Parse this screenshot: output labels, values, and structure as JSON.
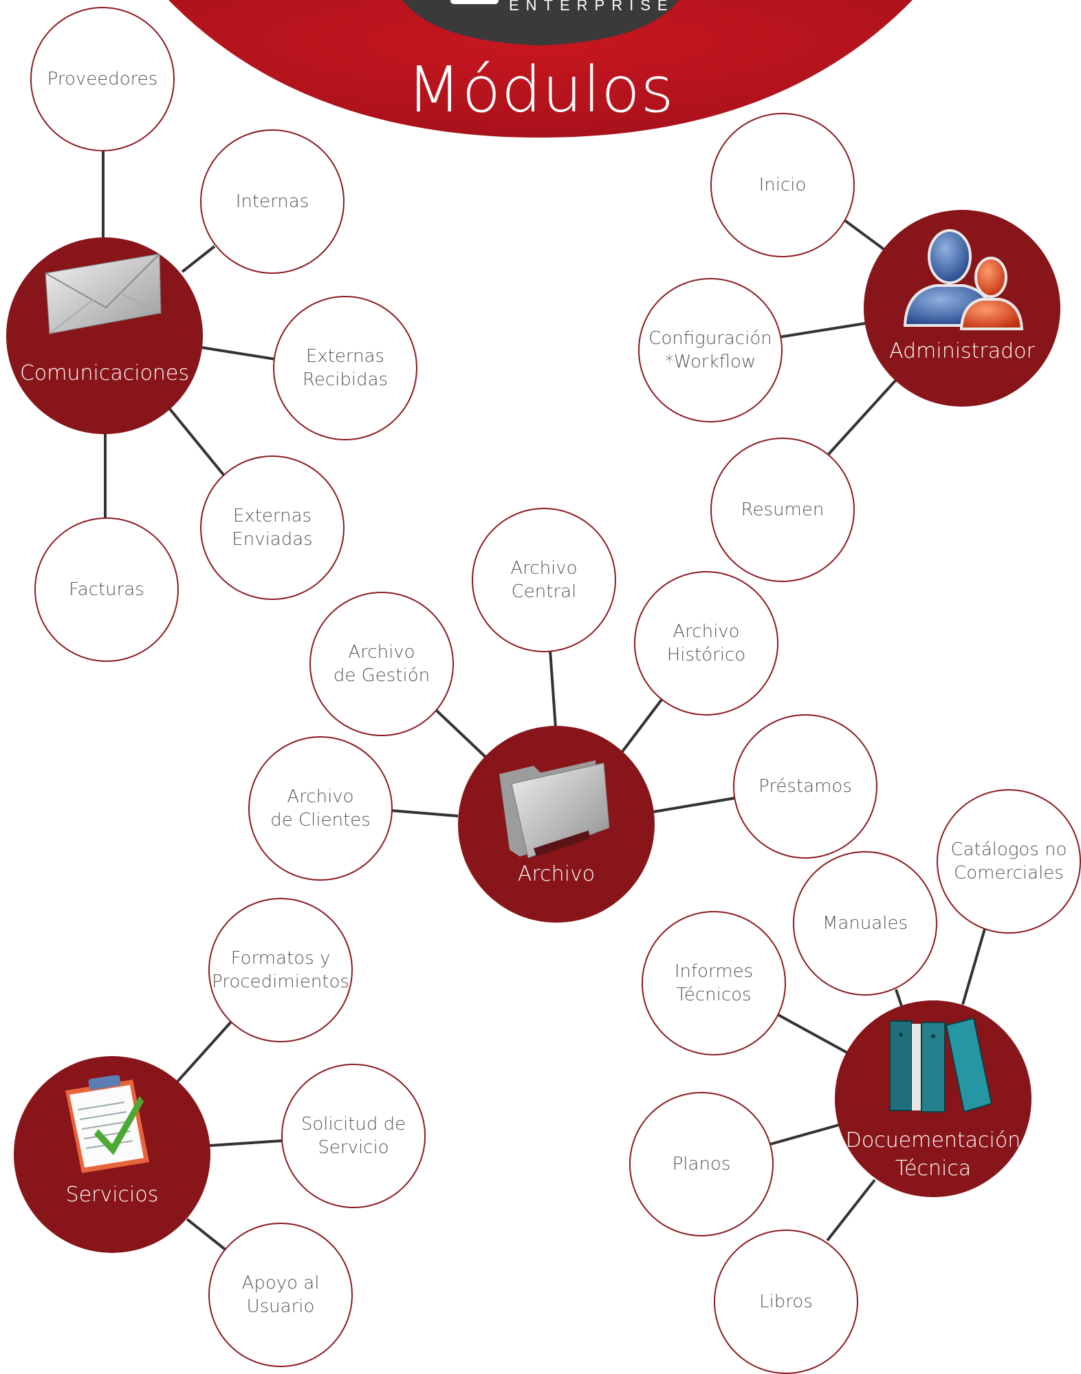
{
  "header": {
    "brand_fragment": "ENTERPRISE",
    "title": "Módulos"
  },
  "colors": {
    "accent": "#881519",
    "header_red": "#b8141e",
    "header_dark": "#3a3a3a",
    "node_border": "#8b1a1f",
    "edge": "#333333",
    "node_text": "#555555"
  },
  "modules": {
    "comunicaciones": {
      "label": "Comunicaciones",
      "icon": "envelope-icon",
      "items": {
        "proveedores": "Proveedores",
        "internas": "Internas",
        "externas_recibidas": "Externas\nRecibidas",
        "externas_enviadas": "Externas\nEnviadas",
        "facturas": "Facturas"
      }
    },
    "administrador": {
      "label": "Administrador",
      "icon": "users-icon",
      "items": {
        "inicio": "Inicio",
        "configuracion": "Configuración\n*Workflow",
        "resumen": "Resumen"
      }
    },
    "archivo": {
      "label": "Archivo",
      "icon": "folder-icon",
      "items": {
        "archivo_central": "Archivo\nCentral",
        "archivo_historico": "Archivo\nHistórico",
        "archivo_gestion": "Archivo\nde Gestión",
        "archivo_clientes": "Archivo\nde Clientes",
        "prestamos": "Préstamos"
      }
    },
    "servicios": {
      "label": "Servicios",
      "icon": "clipboard-check-icon",
      "items": {
        "formatos": "Formatos y\nProcedimientos",
        "solicitud": "Solicitud de\nServicio",
        "apoyo": "Apoyo al\nUsuario"
      }
    },
    "documentacion": {
      "label": "Docuementación\nTécnica",
      "icon": "binders-icon",
      "items": {
        "catalogos": "Catálogos no\nComerciales",
        "manuales": "Manuales",
        "informes": "Informes\nTécnicos",
        "planos": "Planos",
        "libros": "Libros"
      }
    }
  }
}
